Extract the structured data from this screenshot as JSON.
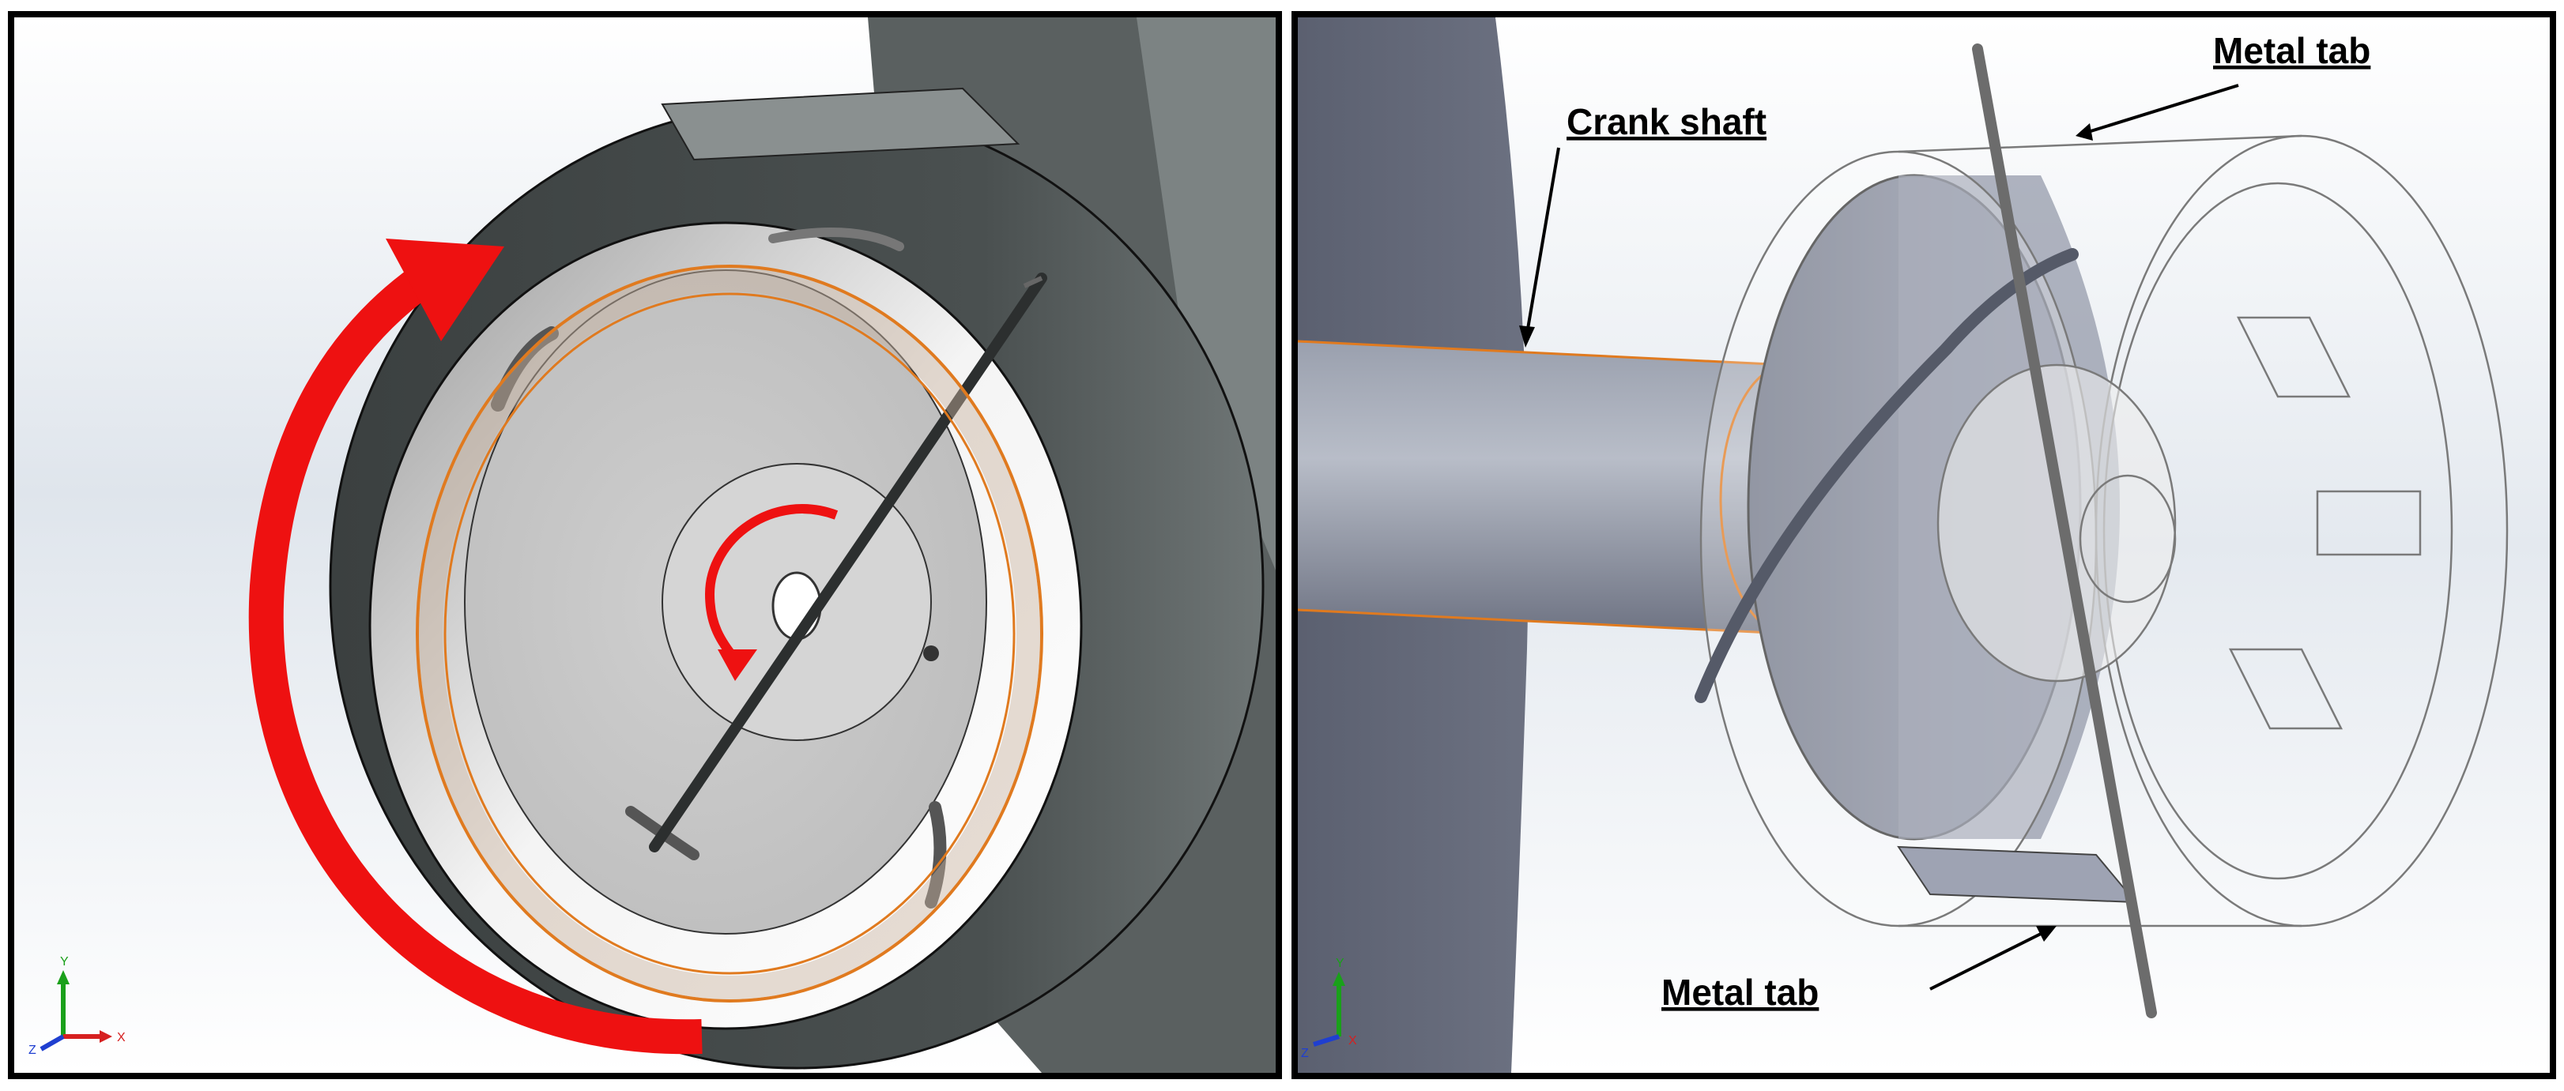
{
  "figure": {
    "left_panel": {
      "rotation_arrows": [
        "outer-arrow",
        "inner-arrow"
      ],
      "arrow_color": "#ee1111",
      "triad": {
        "x_label": "X",
        "y_label": "Y",
        "z_label": "Z"
      }
    },
    "right_panel": {
      "labels": {
        "crank_shaft": "Crank shaft",
        "metal_tab_top": "Metal tab",
        "metal_tab_bottom": "Metal tab"
      },
      "triad": {
        "x_label": "X",
        "y_label": "Y",
        "z_label": "Z"
      }
    },
    "highlight_color": "#e07a1f"
  }
}
